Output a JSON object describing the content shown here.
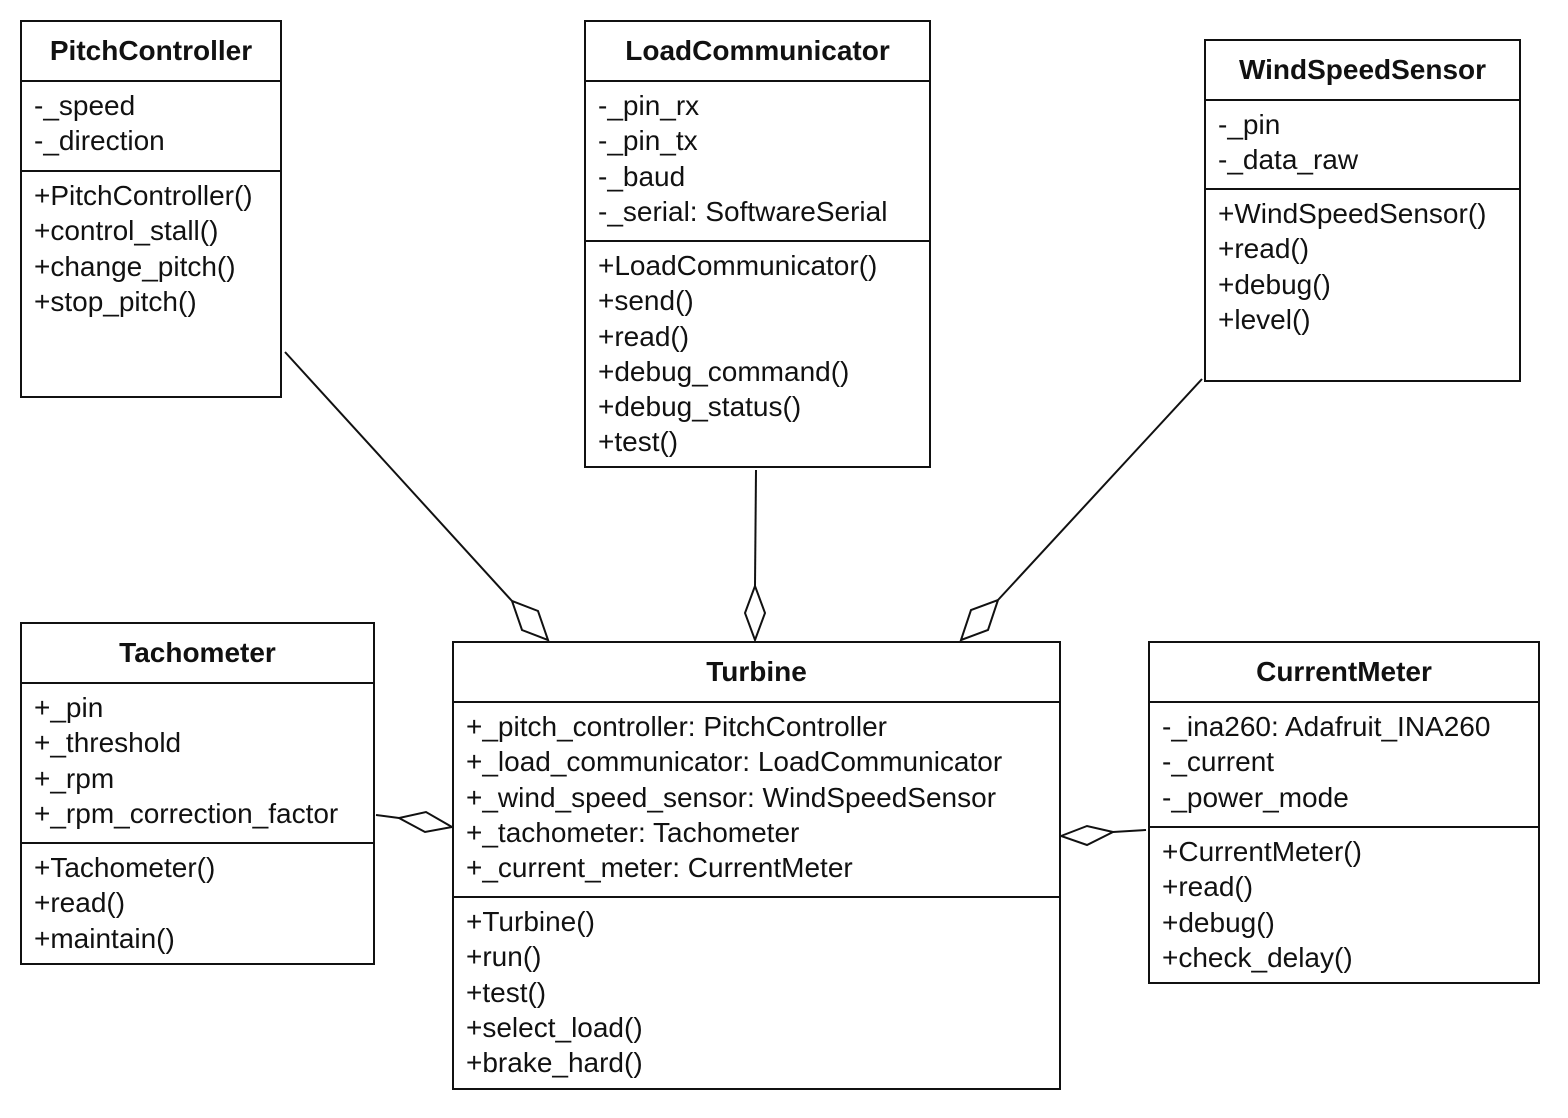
{
  "classes": {
    "pitch": {
      "name": "PitchController",
      "attributes": [
        "-_speed",
        "-_direction"
      ],
      "methods": [
        "+PitchController()",
        "+control_stall()",
        "+change_pitch()",
        "+stop_pitch()"
      ]
    },
    "load": {
      "name": "LoadCommunicator",
      "attributes": [
        "-_pin_rx",
        "-_pin_tx",
        "-_baud",
        "-_serial: SoftwareSerial"
      ],
      "methods": [
        "+LoadCommunicator()",
        "+send()",
        "+read()",
        "+debug_command()",
        "+debug_status()",
        "+test()"
      ]
    },
    "wind": {
      "name": "WindSpeedSensor",
      "attributes": [
        "-_pin",
        "-_data_raw"
      ],
      "methods": [
        "+WindSpeedSensor()",
        "+read()",
        "+debug()",
        "+level()"
      ]
    },
    "tacho": {
      "name": "Tachometer",
      "attributes": [
        "+_pin",
        "+_threshold",
        "+_rpm",
        "+_rpm_correction_factor"
      ],
      "methods": [
        "+Tachometer()",
        "+read()",
        "+maintain()"
      ]
    },
    "turbine": {
      "name": "Turbine",
      "attributes": [
        "+_pitch_controller: PitchController",
        "+_load_communicator: LoadCommunicator",
        "+_wind_speed_sensor: WindSpeedSensor",
        "+_tachometer: Tachometer",
        "+_current_meter: CurrentMeter"
      ],
      "methods": [
        "+Turbine()",
        "+run()",
        "+test()",
        "+select_load()",
        "+brake_hard()"
      ]
    },
    "current": {
      "name": "CurrentMeter",
      "attributes": [
        "-_ina260: Adafruit_INA260",
        "-_current",
        "-_power_mode"
      ],
      "methods": [
        "+CurrentMeter()",
        "+read()",
        "+debug()",
        "+check_delay()"
      ]
    }
  },
  "relationships": [
    {
      "from": "PitchController",
      "to": "Turbine",
      "type": "aggregation"
    },
    {
      "from": "LoadCommunicator",
      "to": "Turbine",
      "type": "aggregation"
    },
    {
      "from": "WindSpeedSensor",
      "to": "Turbine",
      "type": "aggregation"
    },
    {
      "from": "Tachometer",
      "to": "Turbine",
      "type": "aggregation"
    },
    {
      "from": "CurrentMeter",
      "to": "Turbine",
      "type": "aggregation"
    }
  ]
}
